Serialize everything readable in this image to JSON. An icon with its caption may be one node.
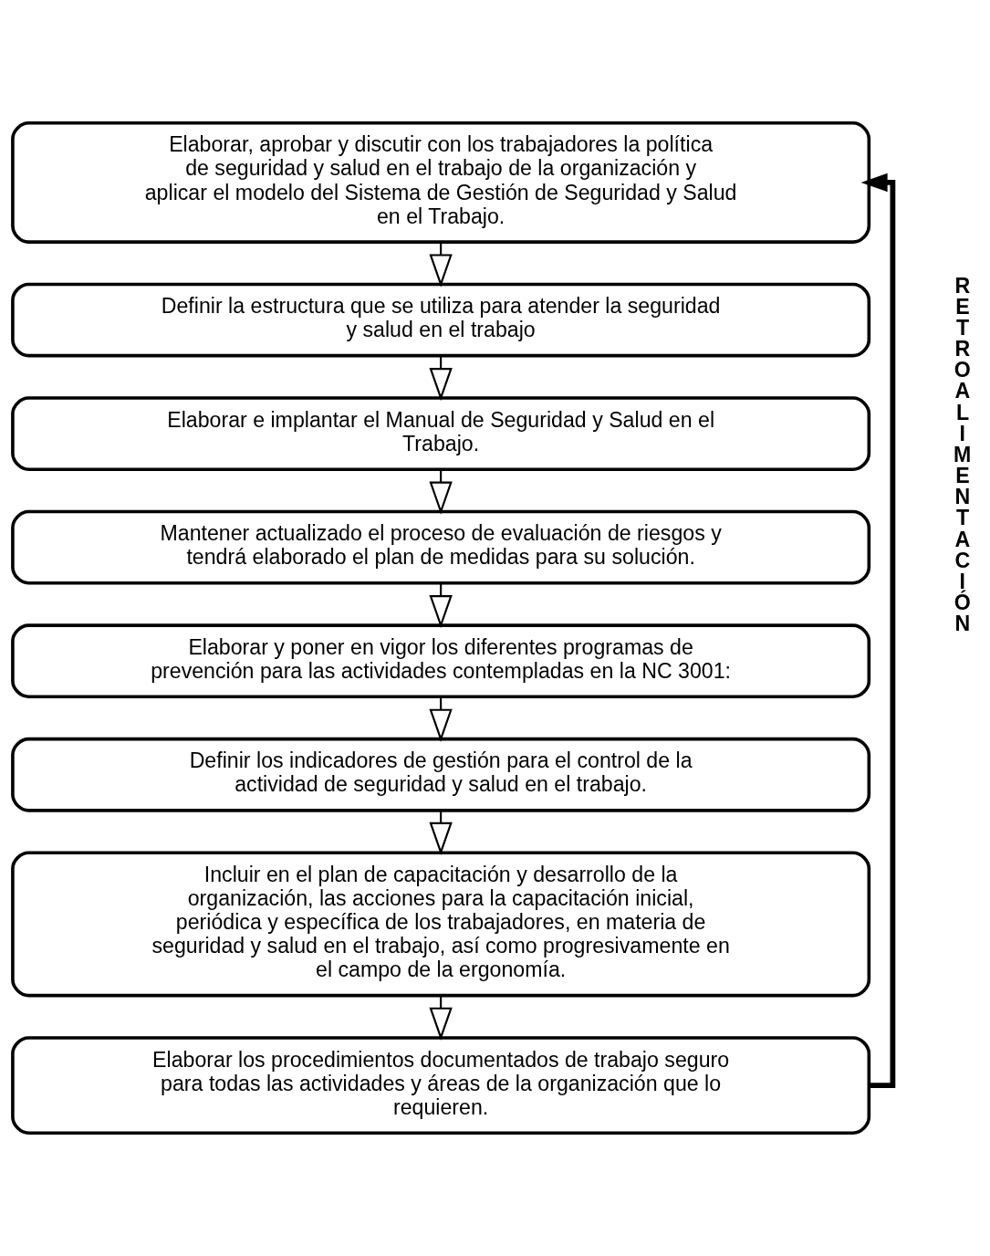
{
  "diagram": {
    "nodes": [
      {
        "text": [
          "Elaborar, aprobar y discutir con los trabajadores la política de seguridad y salud en el trabajo de la organización y aplicar el modelo del Sistema de Gestión de Seguridad y Salud en el Trabajo."
        ]
      },
      {
        "text": [
          "Definir la estructura que se utiliza para atender la seguridad y salud en el trabajo"
        ]
      },
      {
        "text": [
          "Elaborar e implantar el Manual de Seguridad y Salud en el Trabajo."
        ]
      },
      {
        "text": [
          "Mantener actualizado el proceso de evaluación de riesgos y tendrá elaborado el plan de medidas para su solución."
        ]
      },
      {
        "text": [
          "Elaborar y poner en vigor los diferentes programas de prevención para las actividades contempladas en la NC 3001:"
        ]
      },
      {
        "text": [
          "Definir los indicadores de gestión para el control de la actividad de seguridad y salud en el trabajo."
        ]
      },
      {
        "text": [
          "Incluir en el plan de capacitación y desarrollo de la organización, las acciones para la capacitación inicial, periódica y específica de los trabajadores, en materia de seguridad y salud en el trabajo, así como progresivamente en el campo de la ergonomía."
        ]
      },
      {
        "text": [
          "Elaborar los procedimientos documentados de trabajo seguro para todas las actividades y áreas de la organización que lo requieren."
        ]
      }
    ],
    "edges": [
      {
        "from": 0,
        "to": 1,
        "arrow": "to"
      },
      {
        "from": 1,
        "to": 2,
        "arrow": "to"
      },
      {
        "from": 2,
        "to": 3,
        "arrow": "to"
      },
      {
        "from": 3,
        "to": 4,
        "arrow": "to"
      },
      {
        "from": 4,
        "to": 5,
        "arrow": "to"
      },
      {
        "from": 5,
        "to": 6,
        "arrow": "to"
      },
      {
        "from": 6,
        "to": 7,
        "arrow": "to"
      },
      {
        "from": 7,
        "to": 0,
        "arrow": "to",
        "label": "RETROALIMENTACIÓN",
        "style": "thick"
      }
    ]
  }
}
